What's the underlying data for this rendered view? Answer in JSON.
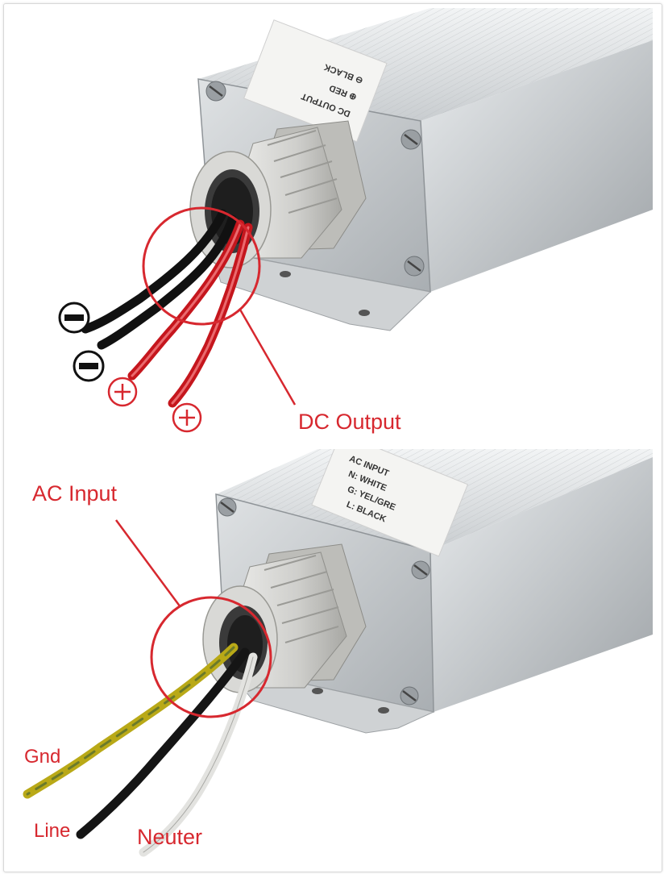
{
  "top_product": {
    "dc_sticker_lines": [
      "DC OUTPUT",
      "⊕ RED",
      "⊖ BLACK"
    ]
  },
  "bottom_product": {
    "ac_sticker_lines": [
      "AC INPUT",
      "N: WHITE",
      "G: YEL/GRE",
      "L: BLACK"
    ]
  },
  "annotations": {
    "dc_output": "DC Output",
    "ac_input": "AC Input",
    "gnd": "Gnd",
    "line": "Line",
    "neuter": "Neuter"
  },
  "accent_color": "#d7282f"
}
